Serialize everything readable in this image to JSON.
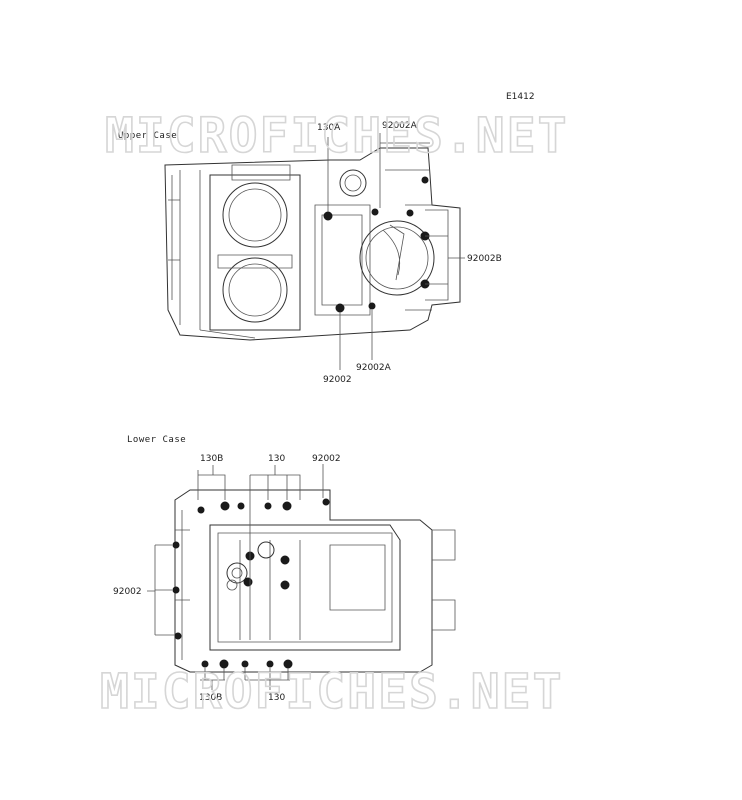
{
  "diagram_code": "E1412",
  "watermark": "MICROFICHES.NET",
  "upper_case": {
    "title": "Upper Case",
    "labels": {
      "p130A": "130A",
      "p92002A_top": "92002A",
      "p92002B": "92002B",
      "p92002": "92002",
      "p92002A_bottom": "92002A"
    }
  },
  "lower_case": {
    "title": "Lower Case",
    "labels": {
      "p130B_top": "130B",
      "p130_top": "130",
      "p92002_top": "92002",
      "p92002_left": "92002",
      "p130B_bottom": "130B",
      "p130_bottom": "130"
    }
  }
}
